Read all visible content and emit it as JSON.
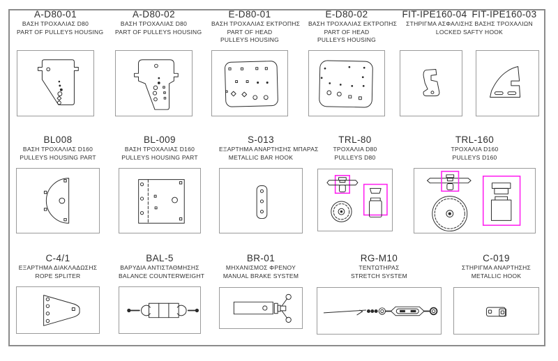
{
  "colors": {
    "bg": "#ffffff",
    "text": "#2e2e2e",
    "line": "#2a2a2a",
    "border": "#9a9a9a",
    "outer": "#8b8b8b",
    "highlight": "#ff22f0"
  },
  "parts": {
    "a1": {
      "code": "A-D80-01",
      "greek": "ΒΑΣΗ ΤΡΟΧΑΛΙΑΣ D80",
      "en": "PART OF PULLEYS HOUSING"
    },
    "a2": {
      "code": "A-D80-02",
      "greek": "ΒΑΣΗ ΤΡΟΧΑΛΙΑΣ D80",
      "en": "PART OF PULLEYS HOUSING"
    },
    "e1": {
      "code": "E-D80-01",
      "greek": "ΒΑΣΗ ΤΡΟΧΑΛΙΑΣ ΕΚΤΡΟΠΗΣ",
      "en1": "PART OF HEAD",
      "en2": "PULLEYS HOUSING"
    },
    "e2": {
      "code": "E-D80-02",
      "greek": "ΒΑΣΗ ΤΡΟΧΑΛΙΑΣ ΕΚΤΡΟΠΗΣ",
      "en1": "PART OF HEAD",
      "en2": "PULLEYS HOUSING"
    },
    "fit": {
      "code_left": "FIT-IPE160-04",
      "code_right": "FIT-IPE160-03",
      "greek": "ΣΤΗΡΙΓΜΑ ΑΣΦΑΛΙΣΗΣ ΒΑΣΗΣ ΤΡΟΧΑΛΙΩΝ",
      "en": "LOCKED SAFTY HOOK"
    },
    "bl008": {
      "code": "BL008",
      "greek": "ΒΑΣΗ ΤΡΟΧΑΛΙΑΣ D160",
      "en": "PULLEYS HOUSING PART"
    },
    "bl009": {
      "code": "BL-009",
      "greek": "ΒΑΣΗ ΤΡΟΧΑΛΙΑΣ D160",
      "en": "PULLEYS HOUSING PART"
    },
    "s013": {
      "code": "S-013",
      "greek": "ΕΞΑΡΤΗΜΑ ΑΝΑΡΤΗΣΗΣ ΜΠΑΡΑΣ",
      "en": "METALLIC BAR HOOK"
    },
    "trl80": {
      "code": "TRL-80",
      "greek": "ΤΡΟΧΑΛΙΑ D80",
      "en": "PULLEYS D80"
    },
    "trl160": {
      "code": "TRL-160",
      "greek": "ΤΡΟΧΑΛΙΑ D160",
      "en": "PULLEYS D160"
    },
    "c41": {
      "code": "C-4/1",
      "greek": "ΕΞΑΡΤΗΜΑ ΔΙΑΚΛΑΔΩΣΗΣ",
      "en": "ROPE SPLITER"
    },
    "bal5": {
      "code": "BAL-5",
      "greek": "ΒΑΡΥΔΙΑ ΑΝΤΙΣΤΑΘΜΗΣΗΣ",
      "en": "BALANCE COUNTERWEIGHT"
    },
    "br01": {
      "code": "BR-01",
      "greek": "ΜΗΧΑΝΙΣΜΟΣ ΦΡΕΝΟΥ",
      "en": "MANUAL BRAKE SYSTEM"
    },
    "rgm10": {
      "code": "RG-M10",
      "greek": "ΤΕΝΤΩΤΗΡΑΣ",
      "en": "STRETCH SYSTEM"
    },
    "c019": {
      "code": "C-019",
      "greek": "ΣΤΗΡΙΓΜΑ ΑΝΑΡΤΗΣΗΣ",
      "en": "METALLIC HOOK"
    }
  }
}
